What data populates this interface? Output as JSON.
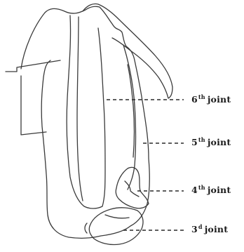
{
  "labels": {
    "joint6": {
      "num": "6",
      "suffix": "th",
      "word": "joint"
    },
    "joint5": {
      "num": "5",
      "suffix": "th",
      "word": "joint"
    },
    "joint4": {
      "num": "4",
      "suffix": "th",
      "word": "joint"
    },
    "joint3": {
      "num": "3",
      "suffix": "d",
      "word": "joint"
    }
  },
  "colors": {
    "ink": "#3a3a3a",
    "text": "#1a1a1a",
    "background": "#ffffff"
  }
}
